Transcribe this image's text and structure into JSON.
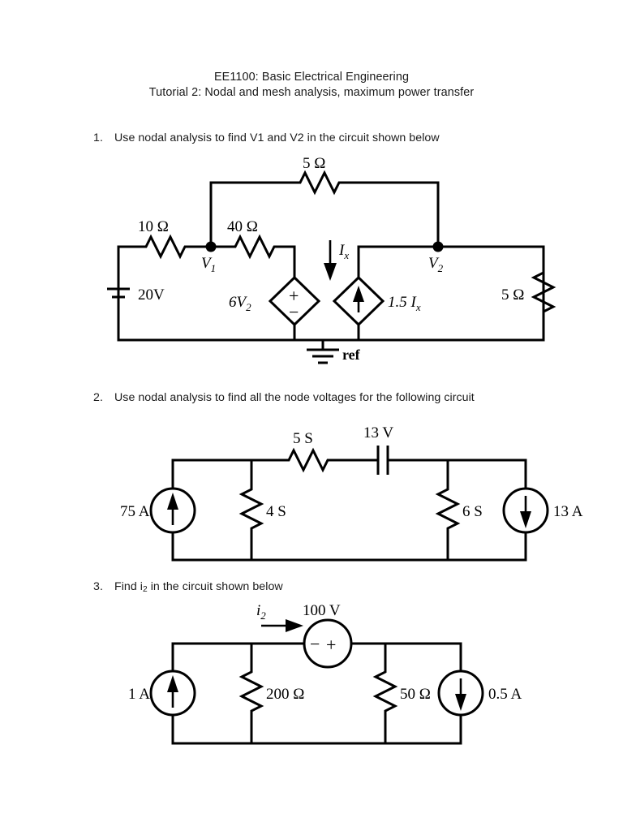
{
  "document": {
    "header": {
      "title": "EE1100: Basic Electrical Engineering",
      "subtitle": "Tutorial 2: Nodal and mesh analysis, maximum power transfer"
    }
  },
  "problems": [
    {
      "number": "1.",
      "text": "Use nodal analysis to find V1 and V2 in the circuit shown below",
      "circuit": {
        "labels": {
          "r_top": "5 Ω",
          "r_left": "10 Ω",
          "r_mid": "40 Ω",
          "r_right": "5 Ω",
          "source_v": "20V",
          "node1": "V",
          "node1_sub": "1",
          "node2": "V",
          "node2_sub": "2",
          "current_ix": "I",
          "current_ix_sub": "x",
          "dep_vsource": "6V",
          "dep_vsource_sub": "2",
          "dep_isource": "1.5 I",
          "dep_isource_sub": "x",
          "ground": "ref",
          "plus": "+",
          "minus": "−"
        }
      }
    },
    {
      "number": "2.",
      "text": "Use nodal analysis to find all the node voltages for the following circuit",
      "circuit": {
        "labels": {
          "cond_top": "5 S",
          "source_v": "13 V",
          "cond_left": "4 S",
          "cond_right": "6 S",
          "isource_left": "75 A",
          "isource_right": "13 A"
        }
      }
    },
    {
      "number": "3.",
      "text": "Find i2 in the circuit shown below",
      "text_main": "Find i",
      "text_sub": "2",
      "text_tail": " in the circuit shown below",
      "circuit": {
        "labels": {
          "current_i2": "i",
          "current_i2_sub": "2",
          "source_v": "100 V",
          "r_left": "200 Ω",
          "r_right": "50 Ω",
          "isource_left": "1 A",
          "isource_right": "0.5 A",
          "plus": "+",
          "minus": "−"
        }
      }
    }
  ],
  "colors": {
    "ink": "#000000",
    "text": "#1a1a1a",
    "paper": "#ffffff"
  }
}
